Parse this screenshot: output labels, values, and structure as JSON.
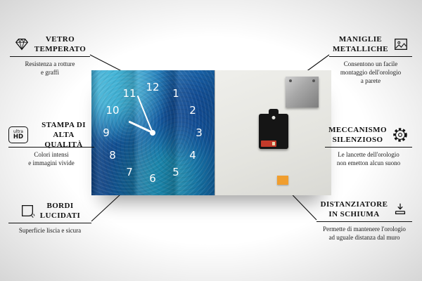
{
  "callouts": {
    "vetro_temperato": {
      "title": "VETRO\nTEMPERATO",
      "subtitle": "Resistenza a rotture\ne graffi",
      "icon": "diamond-icon"
    },
    "stampa_alta_qualita": {
      "title": "STAMPA DI\nALTA QUALITÀ",
      "subtitle": "Colori intensi\ne immagini vivide",
      "icon": "ultra-hd-icon"
    },
    "bordi_lucidati": {
      "title": "BORDI\nLUCIDATI",
      "subtitle": "Superficie liscia e sicura",
      "icon": "polished-edge-icon"
    },
    "maniglie_metalliche": {
      "title": "MANIGLIE\nMETALLICHE",
      "subtitle": "Consentono un facile\nmontaggio dell'orologio\na parete",
      "icon": "picture-frame-icon"
    },
    "meccanismo_silenzioso": {
      "title": "MECCANISMO\nSILENZIOSO",
      "subtitle": "Le lancette dell'orologio\nnon emetton alcun suono",
      "icon": "gear-icon"
    },
    "distanziatore_schiuma": {
      "title": "DISTANZIATORE\nIN SCHIUMA",
      "subtitle": "Permette di mantenere l'orologio\nad uguale distanza dal muro",
      "icon": "foam-spacer-icon"
    }
  },
  "badges": {
    "ultra_hd": {
      "line1": "ultra",
      "line2": "HD"
    }
  },
  "clock": {
    "numbers": [
      "12",
      "1",
      "2",
      "3",
      "4",
      "5",
      "6",
      "7",
      "8",
      "9",
      "10",
      "11"
    ]
  },
  "colors": {
    "clock_blue": "#1565ad",
    "back_panel_gray": "#e4e4df",
    "foam_orange": "#f09e2e",
    "battery_red": "#c43a2a",
    "line_black": "#111111"
  }
}
